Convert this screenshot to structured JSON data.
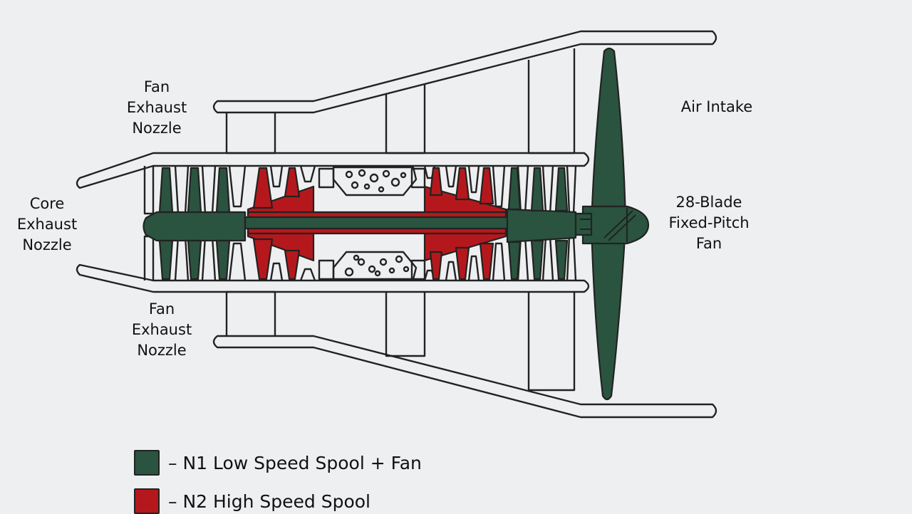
{
  "labels": {
    "fan_exhaust_nozzle_top": [
      "Fan",
      "Exhaust",
      "Nozzle"
    ],
    "fan_exhaust_nozzle_bottom": [
      "Fan",
      "Exhaust",
      "Nozzle"
    ],
    "core_exhaust_nozzle": [
      "Core",
      "Exhaust",
      "Nozzle"
    ],
    "air_intake": "Air Intake",
    "fan": [
      "28-Blade",
      "Fixed-Pitch",
      "Fan"
    ]
  },
  "legend": [
    {
      "text": "– N1 Low Speed Spool + Fan",
      "color": "#2a5440"
    },
    {
      "text": "– N2 High Speed Spool",
      "color": "#b5181c"
    }
  ],
  "colors": {
    "n1": "#2a5440",
    "n2": "#b5181c",
    "outline": "#222222",
    "background": "#eeeff0"
  }
}
